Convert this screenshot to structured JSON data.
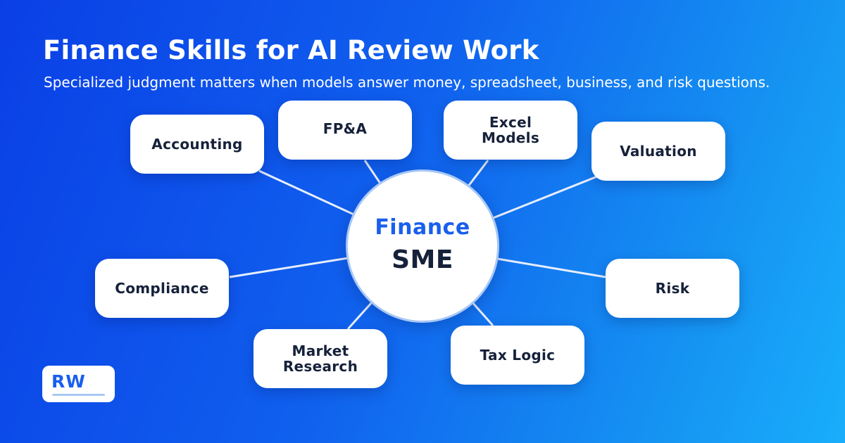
{
  "header": {
    "title": "Finance Skills for AI Review Work",
    "subtitle": "Specialized judgment matters when models answer money, spreadsheet, business, and risk questions."
  },
  "hub": {
    "line1": "Finance",
    "line2": "SME"
  },
  "nodes": [
    {
      "id": "accounting",
      "lines": [
        "Accounting"
      ]
    },
    {
      "id": "fpa",
      "lines": [
        "FP&A"
      ]
    },
    {
      "id": "excel-models",
      "lines": [
        "Excel",
        "Models"
      ]
    },
    {
      "id": "valuation",
      "lines": [
        "Valuation"
      ]
    },
    {
      "id": "compliance",
      "lines": [
        "Compliance"
      ]
    },
    {
      "id": "risk",
      "lines": [
        "Risk"
      ]
    },
    {
      "id": "market-research",
      "lines": [
        "Market",
        "Research"
      ]
    },
    {
      "id": "tax-logic",
      "lines": [
        "Tax Logic"
      ]
    }
  ],
  "logo": {
    "text": "RW"
  },
  "colors": {
    "background_start": "#0a3fe6",
    "background_end": "#19aefb",
    "accent_blue": "#1a5fec",
    "dark_text": "#16213a",
    "hub_ring": "#a9c8f5",
    "card": "#ffffff"
  }
}
